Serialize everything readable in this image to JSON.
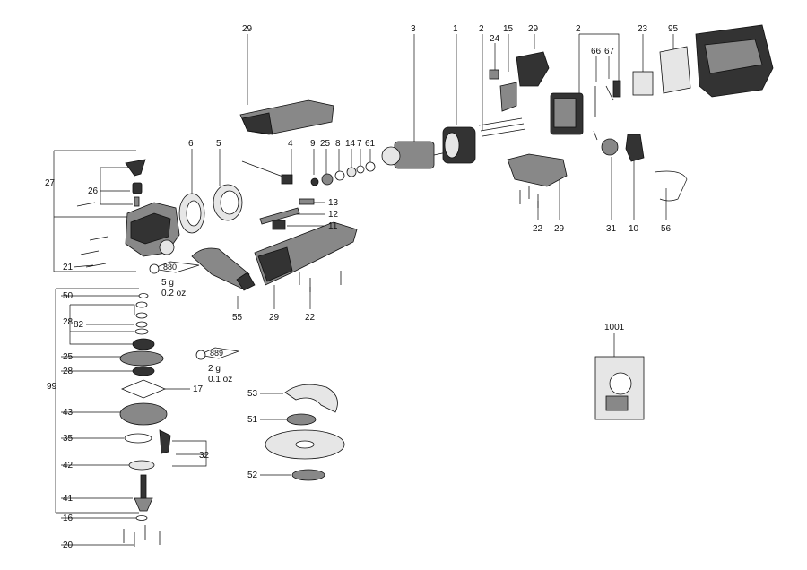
{
  "callouts": {
    "c27": "27",
    "c26": "26",
    "c21": "21",
    "c6": "6",
    "c5": "5",
    "c29a": "29",
    "c4": "4",
    "c9": "9",
    "c25a": "25",
    "c8": "8",
    "c14": "14",
    "c7": "7",
    "c61": "61",
    "c13": "13",
    "c12": "12",
    "c11": "11",
    "c3": "3",
    "c1": "1",
    "c2a": "2",
    "c15": "15",
    "c24": "24",
    "c29b": "29",
    "c2b": "2",
    "c66": "66",
    "c67": "67",
    "c23": "23",
    "c95": "95",
    "c22a": "22",
    "c29c": "29",
    "c31": "31",
    "c10": "10",
    "c56": "56",
    "c55": "55",
    "c29d": "29",
    "c22b": "22",
    "c50": "50",
    "c28a": "28",
    "c82": "82",
    "c25b": "25",
    "c28b": "28",
    "c17": "17",
    "c99": "99",
    "c43": "43",
    "c35": "35",
    "c42": "42",
    "c32": "32",
    "c41": "41",
    "c16": "16",
    "c20": "20",
    "c53": "53",
    "c51": "51",
    "c52": "52",
    "c1001": "1001"
  },
  "tags": {
    "grease_880": {
      "code": "880",
      "weight": "5 g",
      "weight_oz": "0.2 oz"
    },
    "grease_889": {
      "code": "889",
      "weight": "2 g",
      "weight_oz": "0.1 oz"
    }
  },
  "colors": {
    "ink": "#111111",
    "part_dark": "#333333",
    "part_mid": "#888888",
    "part_light": "#e6e6e6"
  }
}
